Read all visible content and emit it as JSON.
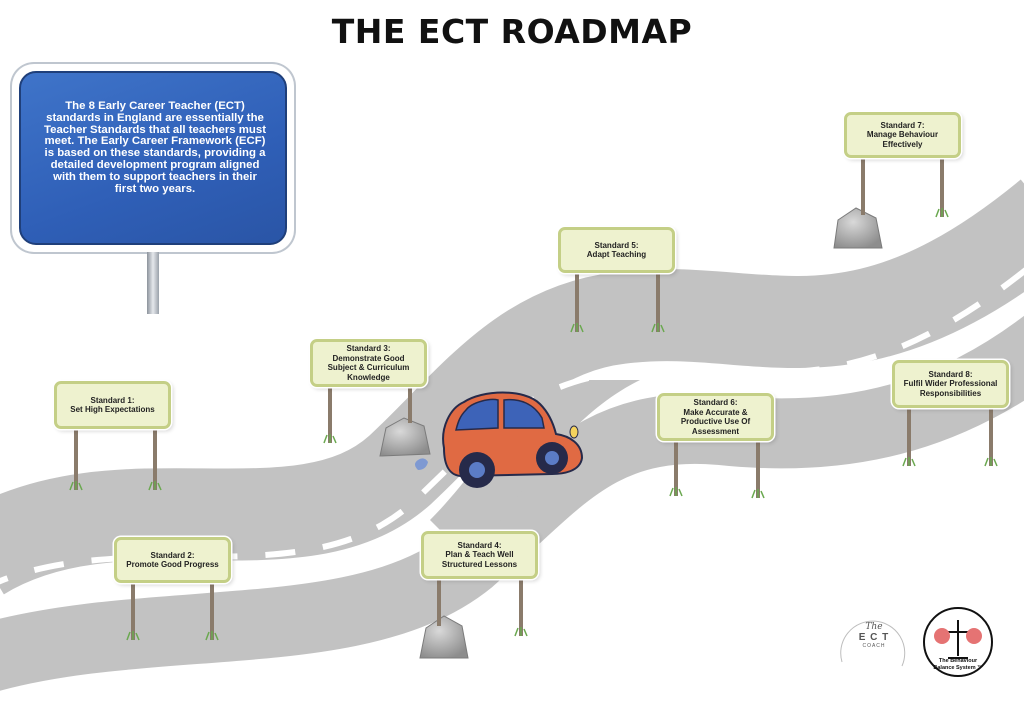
{
  "title": "THE ECT ROADMAP",
  "info_sign": {
    "text": "The 8 Early Career Teacher (ECT) standards in England are essentially the Teacher Standards that all teachers must meet. The Early Career Framework (ECF) is based on these standards, providing a detailed development program aligned with them to support teachers in their first two years."
  },
  "standards": [
    {
      "number": "Standard 1:",
      "name": "Set High Expectations"
    },
    {
      "number": "Standard 2:",
      "name": "Promote Good Progress"
    },
    {
      "number": "Standard 3:",
      "name": "Demonstrate Good Subject & Curriculum Knowledge"
    },
    {
      "number": "Standard 4:",
      "name": "Plan & Teach Well Structured Lessons"
    },
    {
      "number": "Standard 5:",
      "name": "Adapt Teaching"
    },
    {
      "number": "Standard 6:",
      "name": "Make Accurate & Productive Use Of Assessment"
    },
    {
      "number": "Standard 7:",
      "name": "Manage Behaviour Effectively"
    },
    {
      "number": "Standard 8:",
      "name": "Fulfil Wider Professional Responsibilities"
    }
  ],
  "logos": {
    "ect_coach": {
      "script": "The",
      "main": "E C T",
      "sub": "COACH"
    },
    "behaviour_balance": {
      "line1": "The Behaviour",
      "line2": "Balance System ™"
    }
  },
  "colors": {
    "road": "#c2c2c2",
    "sign_fill": "#eef2cf",
    "sign_border": "#c4cf86",
    "info_sign_blue": "#2f5fb7",
    "car": "#e06a43",
    "car_window": "#3d63b8"
  }
}
